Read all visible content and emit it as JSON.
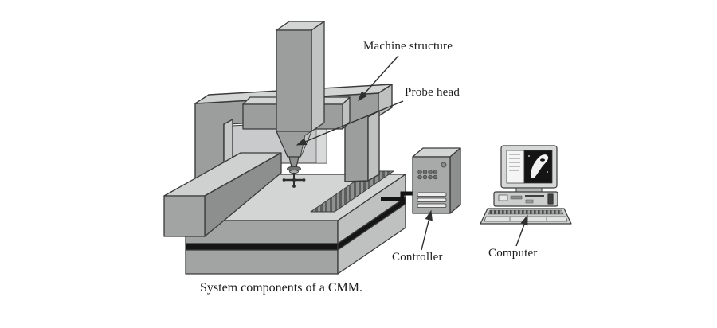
{
  "figure": {
    "caption": "System components of a CMM."
  },
  "labels": {
    "machine_structure": "Machine structure",
    "probe_head": "Probe head",
    "controller": "Controller",
    "computer": "Computer"
  },
  "icons": {
    "cmm_machine": "bridge-cmm-illustration",
    "controller_tower": "controller-tower-illustration",
    "desktop_computer": "desktop-computer-illustration",
    "probe_stylus": "star-stylus-illustration"
  },
  "colors": {
    "background": "#ffffff",
    "outline": "#3a3a3a",
    "face_top": "#d3d4d4",
    "face_front_base": "#a2a3a3",
    "face_front_frame": "#9c9d9d",
    "face_side_light": "#bfc0c0",
    "face_side_dark": "#8d8e8e",
    "base_stripe": "#151515",
    "inner_wall": "#c9cacb",
    "screen_dark": "#141414",
    "screen_panel": "#f5f5f5",
    "text": "#1c1c1c"
  }
}
